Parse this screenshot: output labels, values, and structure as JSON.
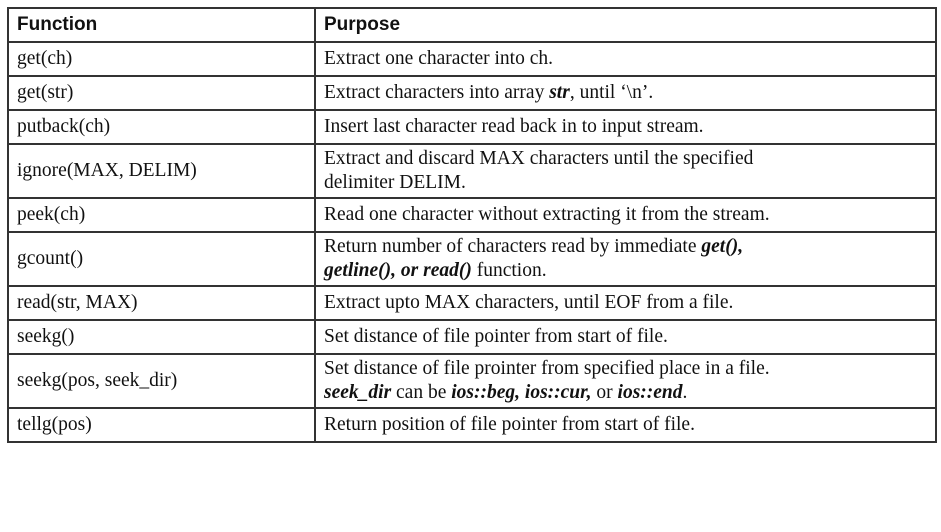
{
  "table": {
    "headers": {
      "function": "Function",
      "purpose": "Purpose"
    },
    "rows": [
      {
        "function": "get(ch)",
        "purpose": {
          "a": "Extract one character into ch."
        }
      },
      {
        "function": "get(str)",
        "purpose": {
          "a": "Extract characters into array ",
          "b": "str",
          "c": ", until ‘\\n’."
        }
      },
      {
        "function": "putback(ch)",
        "purpose": {
          "a": "Insert last character read back in to input stream."
        }
      },
      {
        "function": "ignore(MAX, DELIM)",
        "purpose": {
          "a": "Extract and discard MAX characters until the specified",
          "b": "delimiter DELIM."
        }
      },
      {
        "function": "peek(ch)",
        "purpose": {
          "a": "Read one character without extracting it from the stream."
        }
      },
      {
        "function": "gcount()",
        "purpose": {
          "a": "Return number of characters read by immediate ",
          "b": "get(),",
          "c": "getline(), or read()",
          "d": " function."
        }
      },
      {
        "function": "read(str, MAX)",
        "purpose": {
          "a": "Extract upto MAX characters, until EOF from a file."
        }
      },
      {
        "function": "seekg()",
        "purpose": {
          "a": "Set distance of file pointer from start of file."
        }
      },
      {
        "function": "seekg(pos, seek_dir)",
        "purpose": {
          "a": "Set distance of file prointer from specified place in a file.",
          "b": "seek_dir",
          "c": " can be ",
          "d": "ios::beg, ios::cur,",
          "e": " or ",
          "f": "ios::end",
          "g": "."
        }
      },
      {
        "function": "tellg(pos)",
        "purpose": {
          "a": "Return position of file pointer from start of file."
        }
      }
    ]
  }
}
